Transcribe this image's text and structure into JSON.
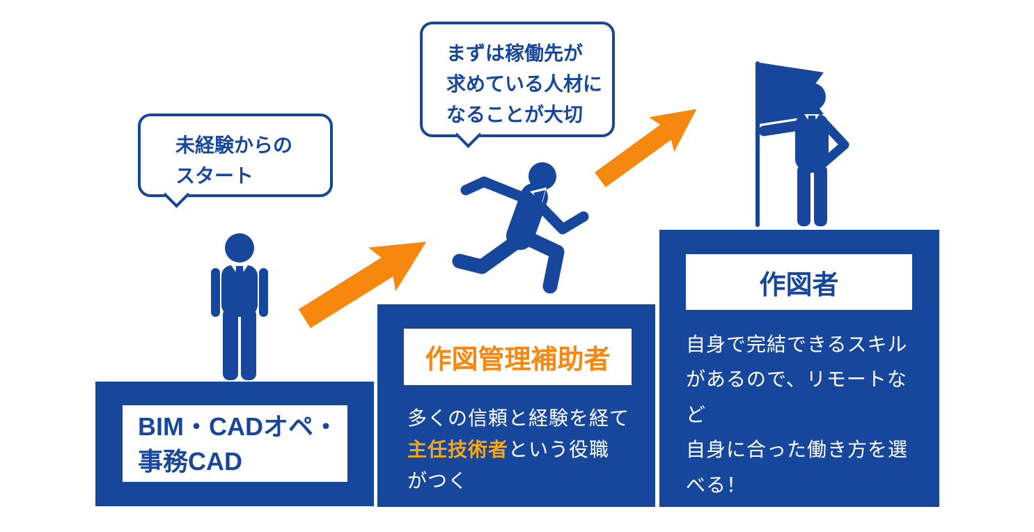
{
  "colors": {
    "primary_blue": "#17479D",
    "arrow_orange": "#F6870F",
    "label_orange": "#F6870F",
    "highlight_gold": "#F4A71D",
    "background": "#ffffff"
  },
  "icons": {
    "standing": "standing-businessman-icon",
    "running": "running-businessman-icon",
    "flag": "person-with-flag-icon",
    "arrow": "ascending-arrow-icon"
  },
  "bubbles": [
    {
      "lines": [
        "未経験からの",
        "スタート"
      ]
    },
    {
      "lines": [
        "まずは稼働先が",
        "求めている人材に",
        "なることが大切"
      ]
    }
  ],
  "steps": [
    {
      "label_lines": [
        "BIM・CADオペ・",
        "事務CAD"
      ]
    },
    {
      "label": "作図管理補助者",
      "desc": {
        "l1": "多くの信頼と経験を経て",
        "l2_hl": "主任技術者",
        "l2_rest": "という役職",
        "l3": "がつく"
      }
    },
    {
      "label": "作図者",
      "desc_lines": [
        "自身で完結できるスキル",
        "があるので、リモートなど",
        "自身に合った働き方を選",
        "べる！"
      ]
    }
  ]
}
